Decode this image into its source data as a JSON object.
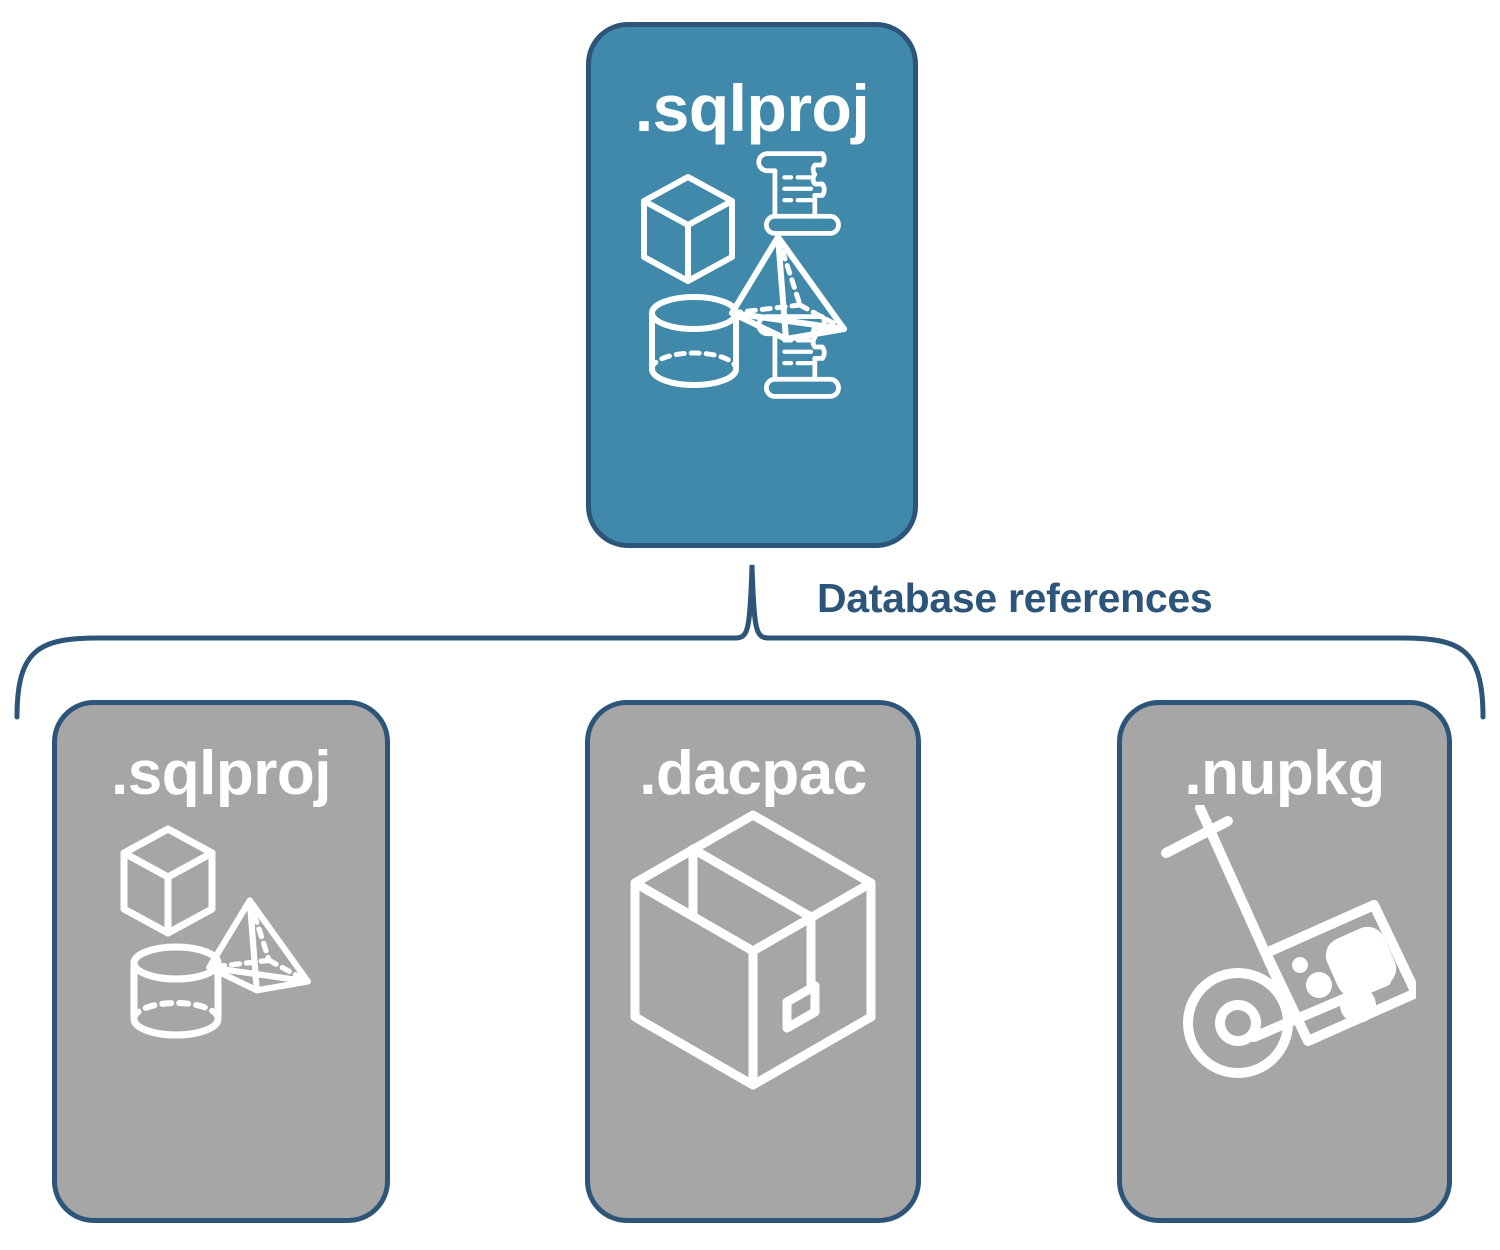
{
  "diagram": {
    "title": "SQL project database references",
    "background_color": "#ffffff",
    "accent_color": "#4089ab",
    "border_color": "#2d5579",
    "neutral_color": "#a6a6a6",
    "icon_color": "#ffffff"
  },
  "top_card": {
    "label": ".sqlproj",
    "fill_color": "#4089ab",
    "icons": [
      "cube-icon",
      "pyramid-icon",
      "cylinder-icon",
      "script-scroll-icon",
      "script-scroll-icon"
    ]
  },
  "connector": {
    "label": "Database references",
    "color": "#2d5579",
    "style": "curly-brace"
  },
  "reference_cards": [
    {
      "label": ".sqlproj",
      "fill_color": "#a6a6a6",
      "icons": [
        "cube-icon",
        "pyramid-icon",
        "cylinder-icon"
      ]
    },
    {
      "label": ".dacpac",
      "fill_color": "#a6a6a6",
      "icons": [
        "package-box-icon"
      ]
    },
    {
      "label": ".nupkg",
      "fill_color": "#a6a6a6",
      "icons": [
        "hand-truck-icon",
        "nuget-package-icon"
      ]
    }
  ]
}
